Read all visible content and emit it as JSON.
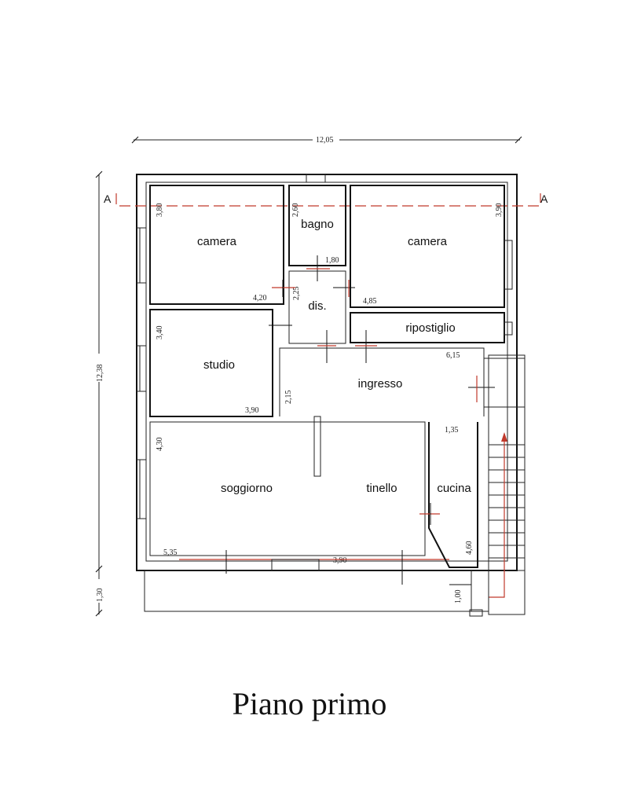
{
  "title": "Piano primo",
  "section_marker": "A",
  "rooms": {
    "camera_left": "camera",
    "bagno": "bagno",
    "camera_right": "camera",
    "dis": "dis.",
    "ripostiglio": "ripostiglio",
    "studio": "studio",
    "ingresso": "ingresso",
    "soggiorno": "soggiorno",
    "tinello": "tinello",
    "cucina": "cucina"
  },
  "dimensions": {
    "overall_width": "12,05",
    "overall_height": "12,38",
    "balcony_depth": "1,30",
    "camera_left_h": "3,80",
    "camera_left_w": "4,20",
    "bagno_h": "2,60",
    "bagno_w": "1,80",
    "camera_right_h": "3,90",
    "camera_right_w": "4,85",
    "dis_h": "2,25",
    "studio_h": "3,40",
    "studio_w": "3,90",
    "ingresso_h": "2,15",
    "ingresso_w": "6,15",
    "soggiorno_h": "4,30",
    "soggiorno_w": "5,35",
    "tinello_w": "3,90",
    "cucina_w": "1,35",
    "cucina_h": "4,60",
    "step_depth": "1,00"
  },
  "colors": {
    "ink": "#111111",
    "section_line": "#c0392b",
    "stairs_arrow": "#c0392b"
  }
}
